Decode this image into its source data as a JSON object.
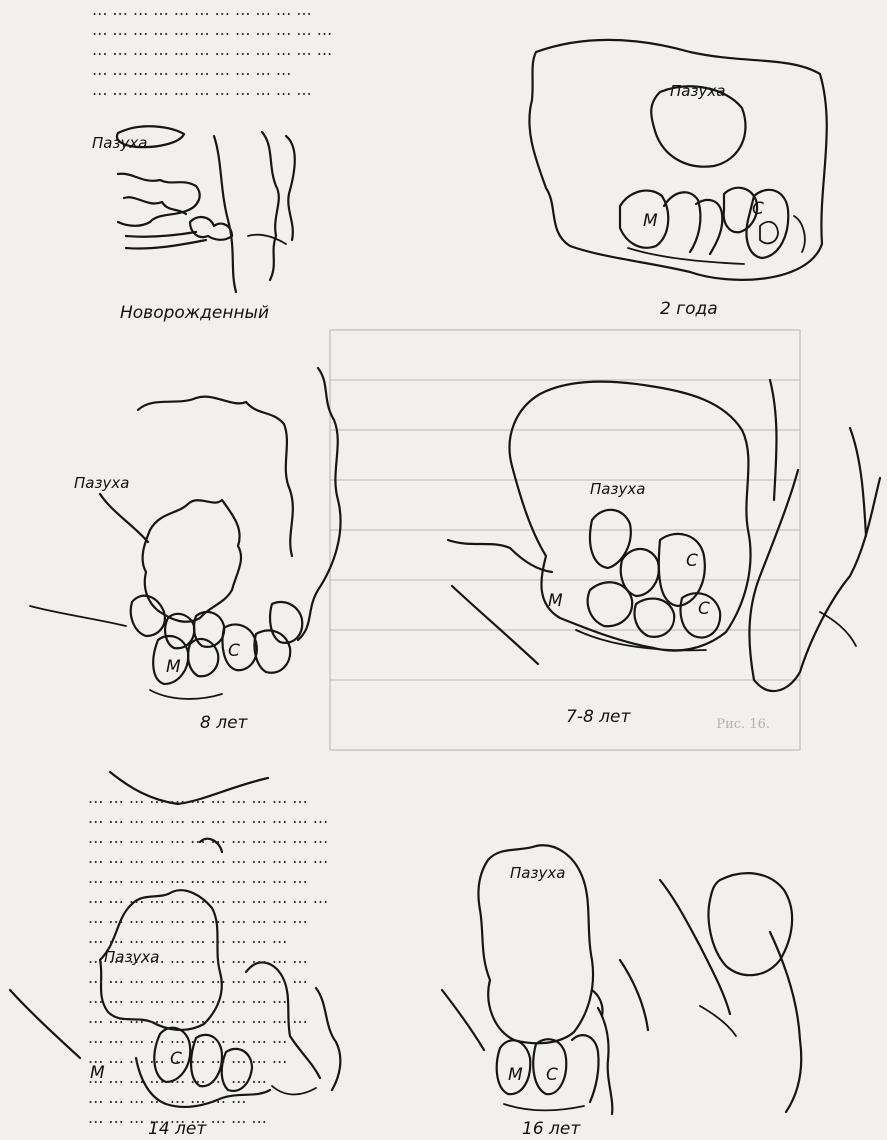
{
  "page_text_top": [
    "… … … … … … … … … … …",
    "… … … … … … … … … … … …",
    "… … … … … … … … … … … …",
    "… … … … … … … … … …",
    "… … … … … … … … … … …"
  ],
  "page_text_bottom": [
    "… … … … … … … … … … …",
    "… … … … … … … … … … … …",
    "… … … … … … … … … … … …",
    "… … … … … … … … … … … …",
    "… … … … … … … … … … …",
    "… … … … … … … … … … … …",
    "… … … … … … … … … … …",
    "… … … … … … … … … …",
    "… … … … … … … … … … …",
    "… … … … … … … … … … …",
    "… … … … … … … … … …",
    "… … … … … … … … … … …",
    "… … … … … … … … … …",
    "… … … … … … … … … …",
    "… … … … … … … … …",
    "… … … … … … … …",
    "… … … … … … … … …"
  ],
  "bleed_through": {
    "caption": "Рис. 16."
  },
  "panels": [
    {
      "id": "newborn",
      "caption": "Новорожденный",
      "sinus_label": "Пазуха"
    },
    {
      "id": "age-2",
      "caption": "2 года",
      "sinus_label": "Пазуха",
      "tooth_labels": [
        "М",
        "С"
      ]
    },
    {
      "id": "age-8",
      "caption": "8 лет",
      "sinus_label": "Пазуха",
      "tooth_labels": [
        "М",
        "С"
      ]
    },
    {
      "id": "age-7-8",
      "caption": "7-8 лет",
      "sinus_label": "Пазуха",
      "tooth_labels": [
        "М",
        "С",
        "С"
      ]
    },
    {
      "id": "age-14",
      "caption": "14 лет",
      "sinus_label": "Пазуха",
      "tooth_labels": [
        "М",
        "С"
      ]
    },
    {
      "id": "age-16",
      "caption": "16 лет",
      "sinus_label": "Пазуха",
      "tooth_labels": [
        "М",
        "С"
      ]
    }
  ]
}
